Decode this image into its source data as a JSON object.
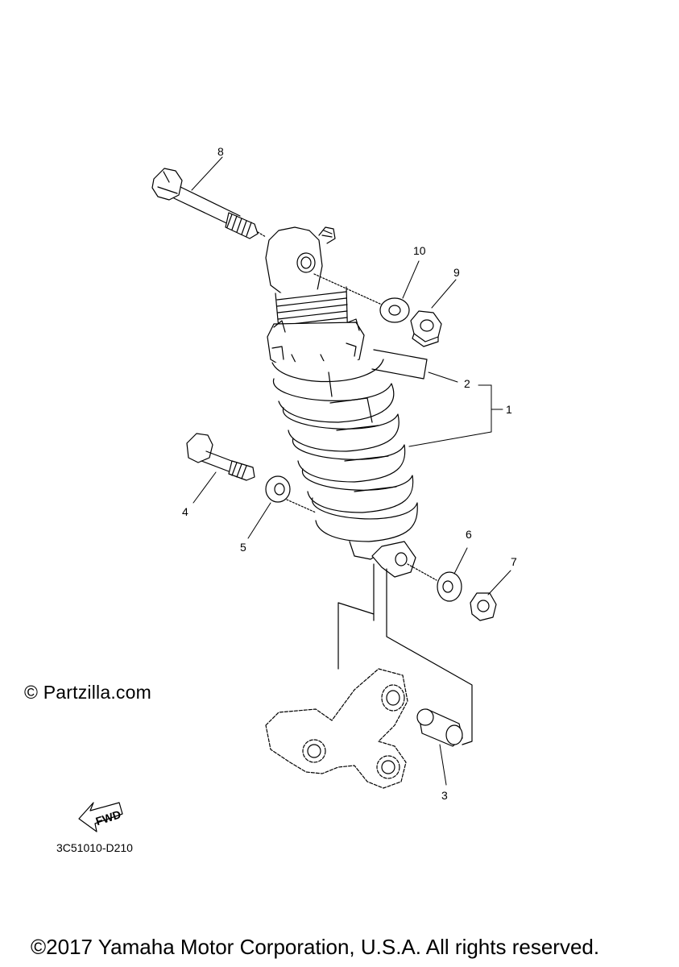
{
  "watermark": "© Partzilla.com",
  "diagram_code": "3C51010-D210",
  "copyright": "©2017 Yamaha Motor Corporation, U.S.A. All rights reserved.",
  "fwd_label": "FWD",
  "callouts": {
    "p1": "1",
    "p2": "2",
    "p3": "3",
    "p4": "4",
    "p5": "5",
    "p6": "6",
    "p7": "7",
    "p8": "8",
    "p9": "9",
    "p10": "10"
  }
}
